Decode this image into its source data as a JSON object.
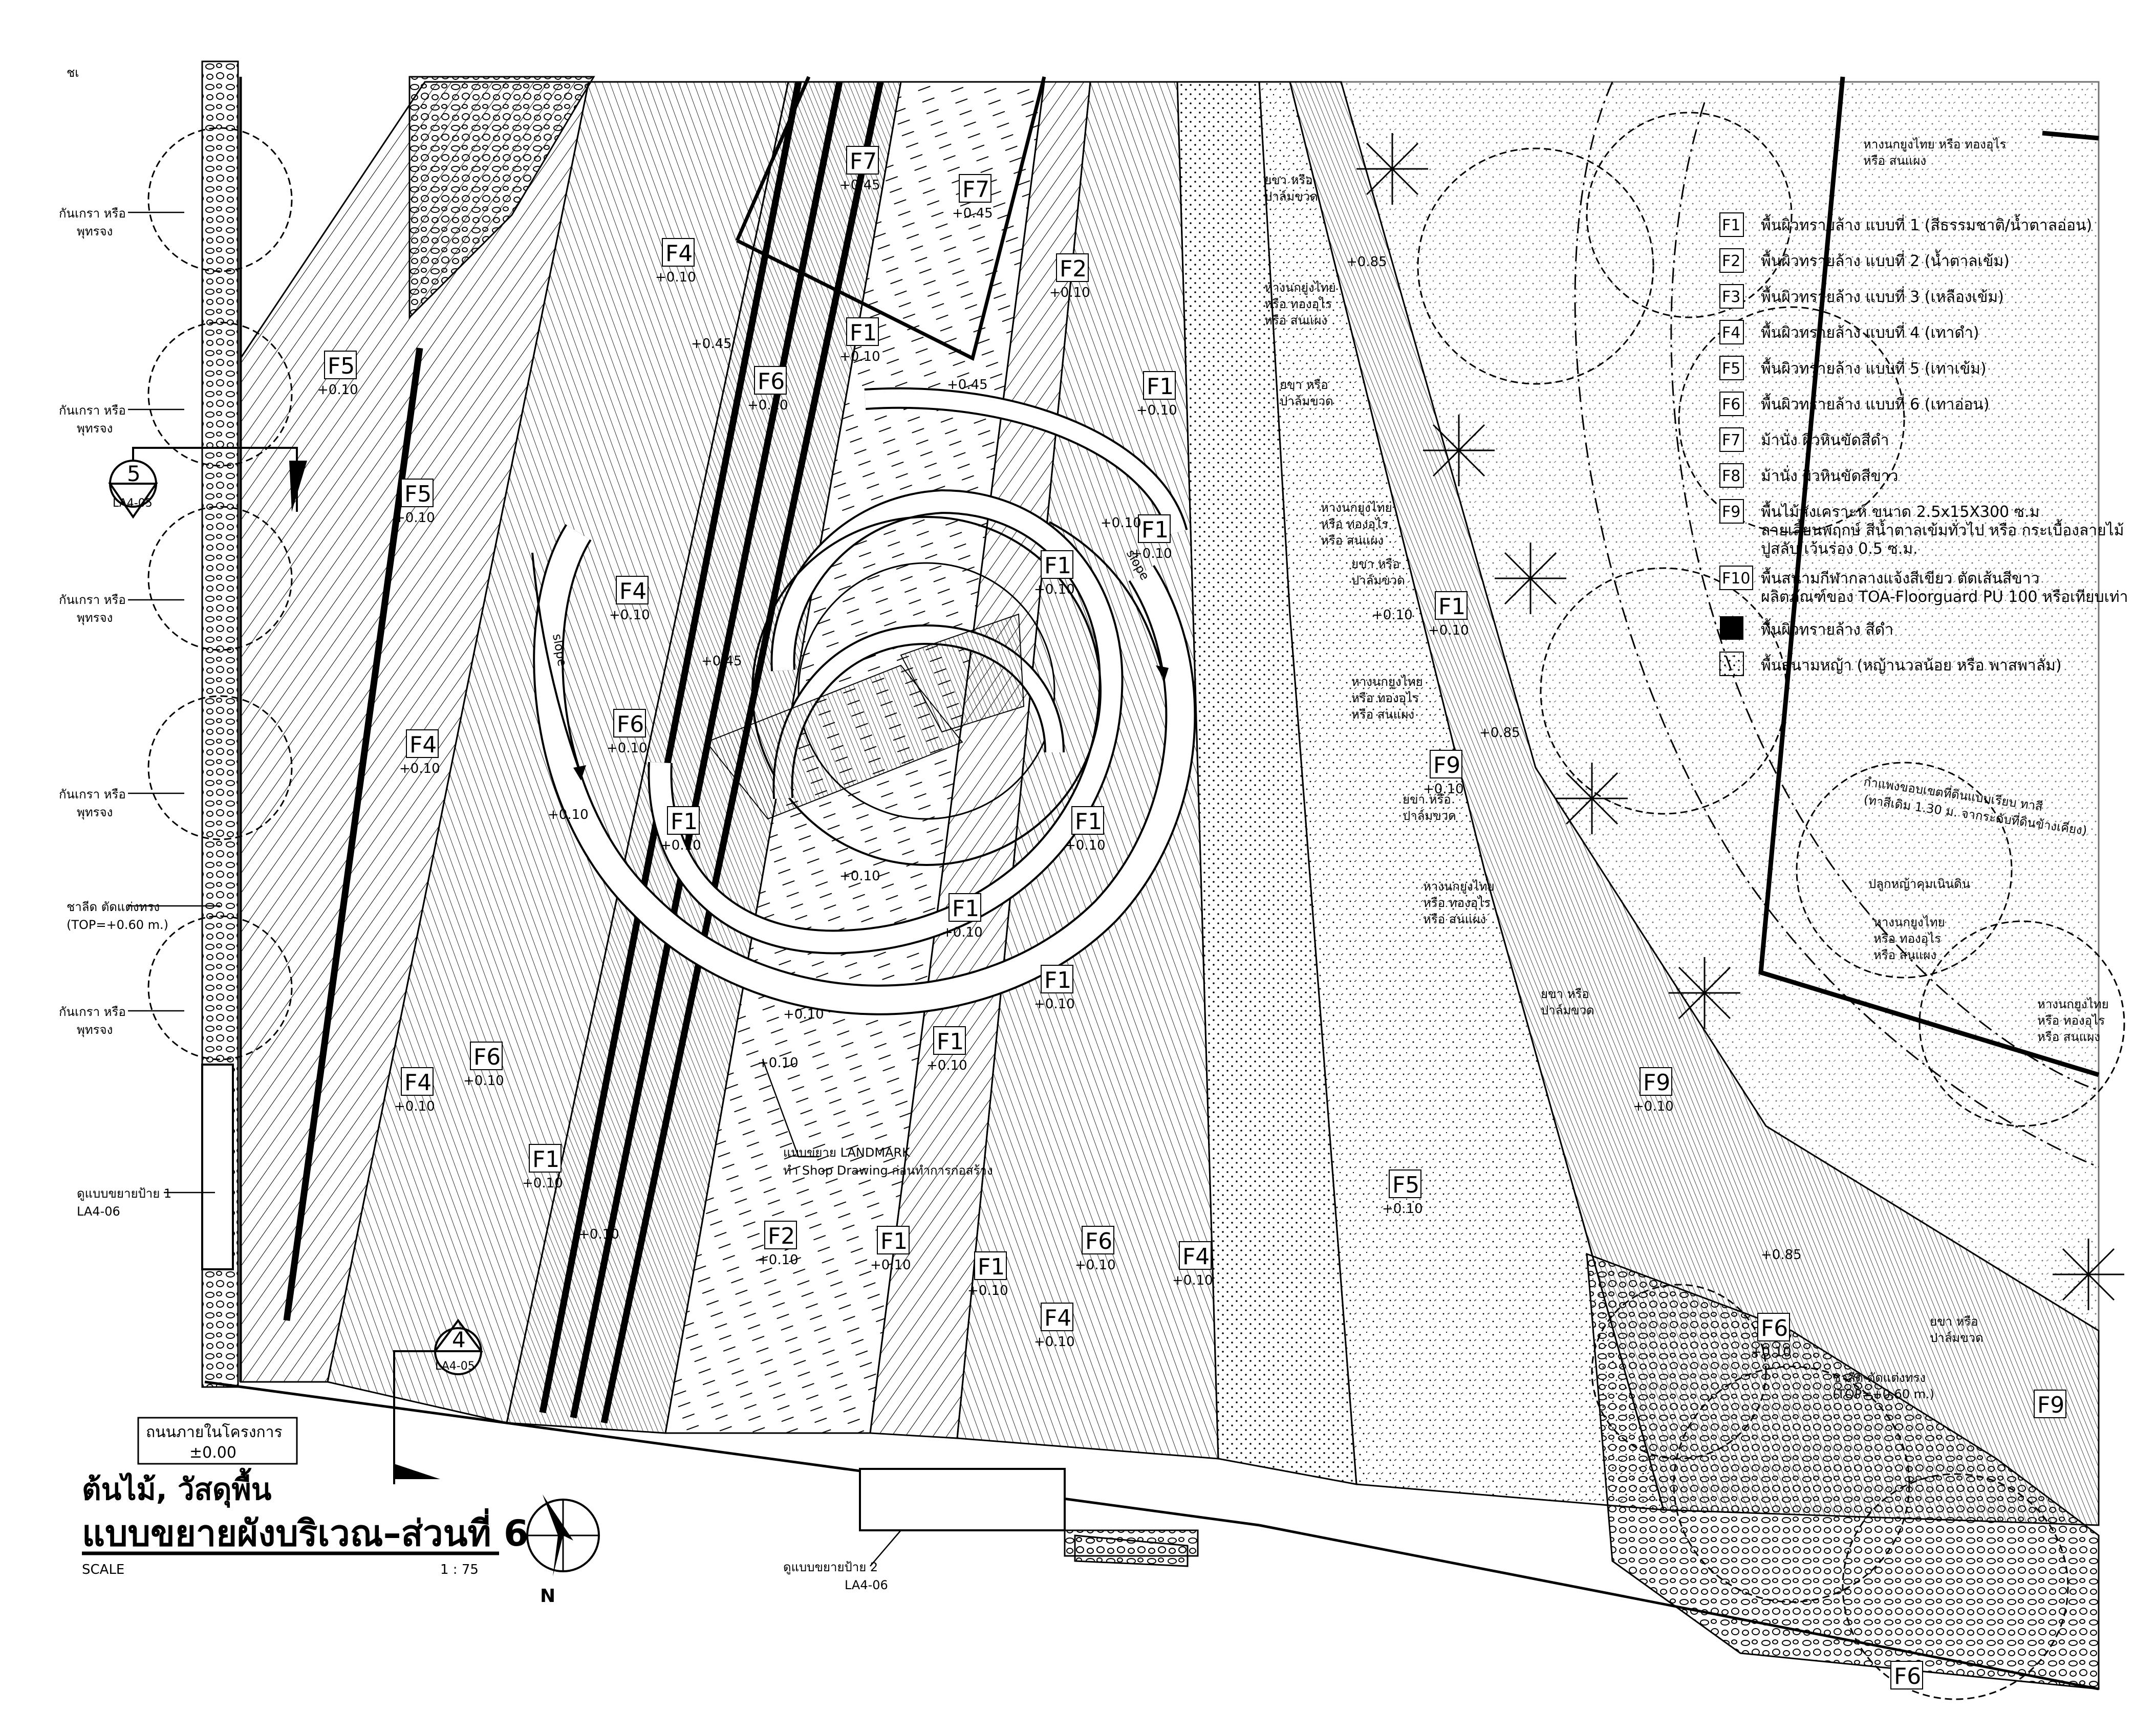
{
  "drawing": {
    "top_cut_label": "ชเ",
    "road_box": {
      "line1": "ถนนภายในโครงการ",
      "line2": "±0.00"
    },
    "title_small": "ต้นไม้, วัสดุพื้น",
    "title_main": "แบบขยายผังบริเวณ–ส่วนที่ 6",
    "scale_label": "SCALE",
    "scale_value": "1 : 75",
    "north_label": "N"
  },
  "section_markers": [
    {
      "number": "5",
      "ref": "LA4-05"
    },
    {
      "number": "4",
      "ref": "LA4-05"
    }
  ],
  "left_tree_notes": [
    {
      "l1": "กันเกรา หรือ",
      "l2": "พุทรจง"
    },
    {
      "l1": "กันเกรา หรือ",
      "l2": "พุทรจง"
    },
    {
      "l1": "กันเกรา หรือ",
      "l2": "พุทรจง"
    },
    {
      "l1": "กันเกรา หรือ",
      "l2": "พุทรจง"
    },
    {
      "l1": "กันเกรา หรือ",
      "l2": "พุทรจง"
    }
  ],
  "left_other_notes": {
    "bench_l1": "ชาลีด ตัดแต่งทรง",
    "bench_l2": "(TOP=+0.60 m.)",
    "detail1_l1": "ดูแบบขยายป้าย 1",
    "detail1_l2": "LA4-06",
    "detail2_l1": "ดูแบบขยายป้าย 2",
    "detail2_l2": "LA4-06",
    "landmark_l1": "แบบขยาย LANDMARK",
    "landmark_l2": "ทำ Shop Drawing ก่อนทำการก่อสร้าง",
    "slope1": "slope",
    "slope2": "slope"
  },
  "zones": [
    {
      "code": "F7",
      "level": "+0.45"
    },
    {
      "code": "F7",
      "level": "+0.45"
    },
    {
      "code": "F4",
      "level": "+0.10"
    },
    {
      "code": "F2",
      "level": "+0.10"
    },
    {
      "code": "F1",
      "level": "+0.10"
    },
    {
      "code": "F5",
      "level": "+0.10"
    },
    {
      "code": "F6",
      "level": "+0.10"
    },
    {
      "code": "F1",
      "level": "+0.10"
    },
    {
      "code": "F5",
      "level": "+0.10"
    },
    {
      "code": "F4",
      "level": "+0.10"
    },
    {
      "code": "F1",
      "level": "+0.10"
    },
    {
      "code": "F1",
      "level": "+0.10"
    },
    {
      "code": "F6",
      "level": "+0.10"
    },
    {
      "code": "F4",
      "level": "+0.10"
    },
    {
      "code": "F1",
      "level": "+0.10"
    },
    {
      "code": "F1",
      "level": "+0.10"
    },
    {
      "code": "F1",
      "level": "+0.10"
    },
    {
      "code": "F1",
      "level": "+0.10"
    },
    {
      "code": "F1",
      "level": "+0.10"
    },
    {
      "code": "F6",
      "level": "+0.10"
    },
    {
      "code": "F4",
      "level": "+0.10"
    },
    {
      "code": "F1",
      "level": "+0.10"
    },
    {
      "code": "F2",
      "level": "+0.10"
    },
    {
      "code": "F1",
      "level": "+0.10"
    },
    {
      "code": "F1",
      "level": "+0.10"
    },
    {
      "code": "F6",
      "level": "+0.10"
    },
    {
      "code": "F4",
      "level": "+0.10"
    },
    {
      "code": "F4",
      "level": "+0.10"
    },
    {
      "code": "F5",
      "level": "+0.10"
    },
    {
      "code": "F1",
      "level": "+0.10"
    },
    {
      "code": "F9",
      "level": "+0.10"
    },
    {
      "code": "F9",
      "level": "+0.10"
    },
    {
      "code": "F6",
      "level": "+0.10"
    },
    {
      "code": "F9",
      "level": ""
    },
    {
      "code": "F6",
      "level": ""
    }
  ],
  "free_levels": [
    "+0.45",
    "+0.45",
    "+0.45",
    "+0.10",
    "+0.10",
    "+0.10",
    "+0.10",
    "+0.10",
    "+0.10",
    "+0.85",
    "+0.85",
    "+0.85",
    "+0.10"
  ],
  "right_plant_notes": [
    {
      "l1": "หางนกยูงไทย หรือ ทองอุไร",
      "l2": "หรือ สนแผง",
      "l3": ""
    },
    {
      "l1": "ยขา หรือ",
      "l2": "ปาล์มขวด",
      "l3": ""
    },
    {
      "l1": "หางนกยูงไทย",
      "l2": "หรือ ทองอุไร",
      "l3": "หรือ สนแผง"
    },
    {
      "l1": "ยขา หรือ",
      "l2": "ปาล์มขวด",
      "l3": ""
    },
    {
      "l1": "หางนกยูงไทย",
      "l2": "หรือ ทองอุไร",
      "l3": "หรือ สนแผง"
    },
    {
      "l1": "ยขา หรือ",
      "l2": "ปาล์มขวด",
      "l3": ""
    },
    {
      "l1": "หางนกยูงไทย",
      "l2": "หรือ ทองอุไร",
      "l3": "หรือ สนแผง"
    },
    {
      "l1": "ยขา หรือ",
      "l2": "ปาล์มขวด",
      "l3": ""
    },
    {
      "l1": "หางนกยูงไทย",
      "l2": "หรือ ทองอุไร",
      "l3": "หรือ สนแผง"
    },
    {
      "l1": "ยขา หรือ",
      "l2": "ปาล์มขวด",
      "l3": ""
    },
    {
      "l1": "หางนกยูงไทย",
      "l2": "หรือ ทองอุไร",
      "l3": "หรือ สนแผง"
    },
    {
      "l1": "หางนกยูงไทย",
      "l2": "หรือ ทองอุไร",
      "l3": "หรือ สนแผง"
    },
    {
      "l1": "ยขา หรือ",
      "l2": "ปาล์มขวด",
      "l3": ""
    },
    {
      "l1": "ชาลีด ตัดแต่งทรง",
      "l2": "(TOP=+0.60 m.)",
      "l3": ""
    }
  ],
  "right_other_notes": {
    "wall_l1": "กำแพงขอบเขตที่ดินแบบเรียบ ทาสี",
    "wall_l2": "(ทาสีเดิม 1.30 ม. จากระดับที่ดินข้างเคียง)",
    "grass_note": "ปลูกหญ้าคุมเนินดิน"
  },
  "legend": [
    {
      "code": "F1",
      "text": "พื้นผิวทรายล้าง แบบที่ 1 (สีธรรมชาติ/น้ำตาลอ่อน)"
    },
    {
      "code": "F2",
      "text": "พื้นผิวทรายล้าง แบบที่ 2 (น้ำตาลเข้ม)"
    },
    {
      "code": "F3",
      "text": "พื้นผิวทรายล้าง แบบที่ 3 (เหลืองเข้ม)"
    },
    {
      "code": "F4",
      "text": "พื้นผิวทรายล้าง แบบที่ 4 (เทาดำ)"
    },
    {
      "code": "F5",
      "text": "พื้นผิวทรายล้าง แบบที่ 5 (เทาเข้ม)"
    },
    {
      "code": "F6",
      "text": "พื้นผิวทรายล้าง แบบที่ 6 (เทาอ่อน)"
    },
    {
      "code": "F7",
      "text": "ม้านั่ง ผิวหินขัดสีดำ"
    },
    {
      "code": "F8",
      "text": "ม้านั่ง ผิวหินขัดสีขาว"
    },
    {
      "code": "F9",
      "text": "พื้นไม้สังเคราะห์ ขนาด 2.5x15X300 ซ.ม",
      "text2": "ลายเสี้ยนพฤกษ์ สีน้ำตาลเข้มทั่วไป หรือ กระเบื้องลายไม้",
      "text3": "ปูสลับ เว้นร่อง 0.5 ซ.ม."
    },
    {
      "code": "F10",
      "text": "พื้นสนามกีฬากลางแจ้งสีเขียว ตัดเส้นสีขาว",
      "text2": "ผลิตภัณฑ์ของ TOA-Floorguard PU 100 หรือเทียบเท่า"
    },
    {
      "code": "",
      "text": "พื้นผิวทรายล้าง สีดำ"
    },
    {
      "code": "",
      "text": "พื้นสนามหญ้า (หญ้านวลน้อย หรือ พาสพาลั่ม)"
    }
  ]
}
